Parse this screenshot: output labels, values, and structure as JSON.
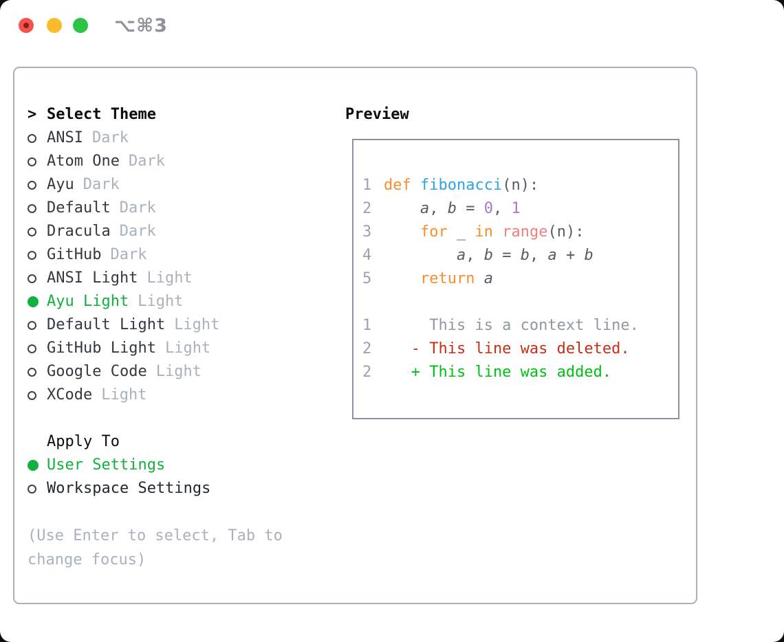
{
  "titlebar": {
    "shortcut": "⌥⌘3"
  },
  "panel": {
    "selector": {
      "prompt": ">",
      "title": "Select Theme",
      "themes": [
        {
          "name": "ANSI",
          "variant": "Dark",
          "selected": false
        },
        {
          "name": "Atom One",
          "variant": "Dark",
          "selected": false
        },
        {
          "name": "Ayu",
          "variant": "Dark",
          "selected": false
        },
        {
          "name": "Default",
          "variant": "Dark",
          "selected": false
        },
        {
          "name": "Dracula",
          "variant": "Dark",
          "selected": false
        },
        {
          "name": "GitHub",
          "variant": "Dark",
          "selected": false
        },
        {
          "name": "ANSI Light",
          "variant": "Light",
          "selected": false
        },
        {
          "name": "Ayu Light",
          "variant": "Light",
          "selected": true
        },
        {
          "name": "Default Light",
          "variant": "Light",
          "selected": false
        },
        {
          "name": "GitHub Light",
          "variant": "Light",
          "selected": false
        },
        {
          "name": "Google Code",
          "variant": "Light",
          "selected": false
        },
        {
          "name": "XCode",
          "variant": "Light",
          "selected": false
        }
      ],
      "apply_to": {
        "title": "Apply To",
        "options": [
          {
            "label": "User Settings",
            "selected": true
          },
          {
            "label": "Workspace Settings",
            "selected": false
          }
        ]
      },
      "hint": "(Use Enter to select, Tab to change focus)"
    },
    "preview": {
      "title": "Preview",
      "code_lines": [
        {
          "num": "1",
          "tokens": [
            [
              "k",
              "def"
            ],
            [
              "p",
              " "
            ],
            [
              "f",
              "fibonacci"
            ],
            [
              "p",
              "(n):"
            ]
          ]
        },
        {
          "num": "2",
          "tokens": [
            [
              "p",
              "    "
            ],
            [
              "v",
              "a"
            ],
            [
              "p",
              ", "
            ],
            [
              "v",
              "b"
            ],
            [
              "p",
              " = "
            ],
            [
              "nu",
              "0"
            ],
            [
              "p",
              ", "
            ],
            [
              "nu",
              "1"
            ]
          ]
        },
        {
          "num": "3",
          "tokens": [
            [
              "p",
              "    "
            ],
            [
              "k",
              "for"
            ],
            [
              "p",
              " _ "
            ],
            [
              "k",
              "in"
            ],
            [
              "p",
              " "
            ],
            [
              "sp",
              "range"
            ],
            [
              "p",
              "(n):"
            ]
          ]
        },
        {
          "num": "4",
          "tokens": [
            [
              "p",
              "        "
            ],
            [
              "v",
              "a"
            ],
            [
              "p",
              ", "
            ],
            [
              "v",
              "b"
            ],
            [
              "p",
              " = "
            ],
            [
              "v",
              "b"
            ],
            [
              "p",
              ", "
            ],
            [
              "v",
              "a"
            ],
            [
              "p",
              " + "
            ],
            [
              "v",
              "b"
            ]
          ]
        },
        {
          "num": "5",
          "tokens": [
            [
              "p",
              "    "
            ],
            [
              "k",
              "return"
            ],
            [
              "p",
              " "
            ],
            [
              "v",
              "a"
            ]
          ]
        }
      ],
      "diff_lines": [
        {
          "num": "1",
          "kind": "ctx",
          "text": "     This is a context line."
        },
        {
          "num": "2",
          "kind": "del",
          "text": "   - This line was deleted."
        },
        {
          "num": "2",
          "kind": "add",
          "text": "   + This line was added."
        }
      ]
    }
  },
  "colors": {
    "selected_green": "#10b13c",
    "added_green": "#00c013",
    "deleted_red": "#c52f16",
    "keyword_orange": "#f98e30",
    "function_blue": "#2fa3e8",
    "number_purple": "#a678d1",
    "special_salmon": "#f57f7f",
    "muted_gray": "#a9b2bc",
    "traffic_red": "#f6524d",
    "traffic_yellow": "#fcba2d",
    "traffic_green": "#2cc440"
  }
}
